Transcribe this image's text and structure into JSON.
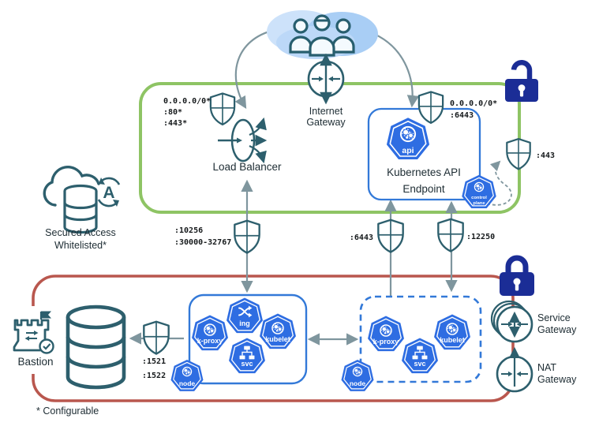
{
  "colors": {
    "icon_teal": "#2d5f6d",
    "arrow_gray": "#7f969e",
    "public_zone_green": "#8ec464",
    "private_zone_red": "#b9574e",
    "box_blue": "#3379d8",
    "k8s_hex_blue": "#2e6de2",
    "lock_navy": "#1b2d96",
    "cloud_blue": "#a9cef5"
  },
  "external": {
    "internet_gateway": {
      "line1": "Internet",
      "line2": "Gateway"
    }
  },
  "public_zone": {
    "load_balancer": {
      "label": "Load Balancer",
      "firewall_rules": [
        "0.0.0.0/0*",
        ":80*",
        ":443*"
      ]
    },
    "api_endpoint": {
      "label_line1": "Kubernetes API",
      "label_line2": "Endpoint",
      "hex_api": "api",
      "hex_control_plane_line1": "control",
      "hex_control_plane_line2": "plane",
      "firewall_rules": [
        "0.0.0.0/0*",
        ":6443"
      ],
      "egress_port": ":443"
    }
  },
  "secured_access": {
    "line1": "Secured Access",
    "line2": "Whitelisted*"
  },
  "midline_firewalls": {
    "worker_ports": [
      ":10256",
      ":30000-32767"
    ],
    "api_port": ":6443",
    "health_port": ":12250"
  },
  "private_zone": {
    "bastion_label": "Bastion",
    "db_ports": [
      ":1521",
      ":1522"
    ],
    "node_pool_primary": {
      "hexes": [
        "ing",
        "k-proxy",
        "kubelet",
        "svc",
        "node"
      ]
    },
    "node_pool_secondary": {
      "hexes": [
        "k-proxy",
        "kubelet",
        "svc",
        "node"
      ]
    },
    "service_gateway": {
      "line1": "Service",
      "line2": "Gateway"
    },
    "nat_gateway": {
      "line1": "NAT",
      "line2": "Gateway"
    }
  },
  "footnote": "* Configurable"
}
